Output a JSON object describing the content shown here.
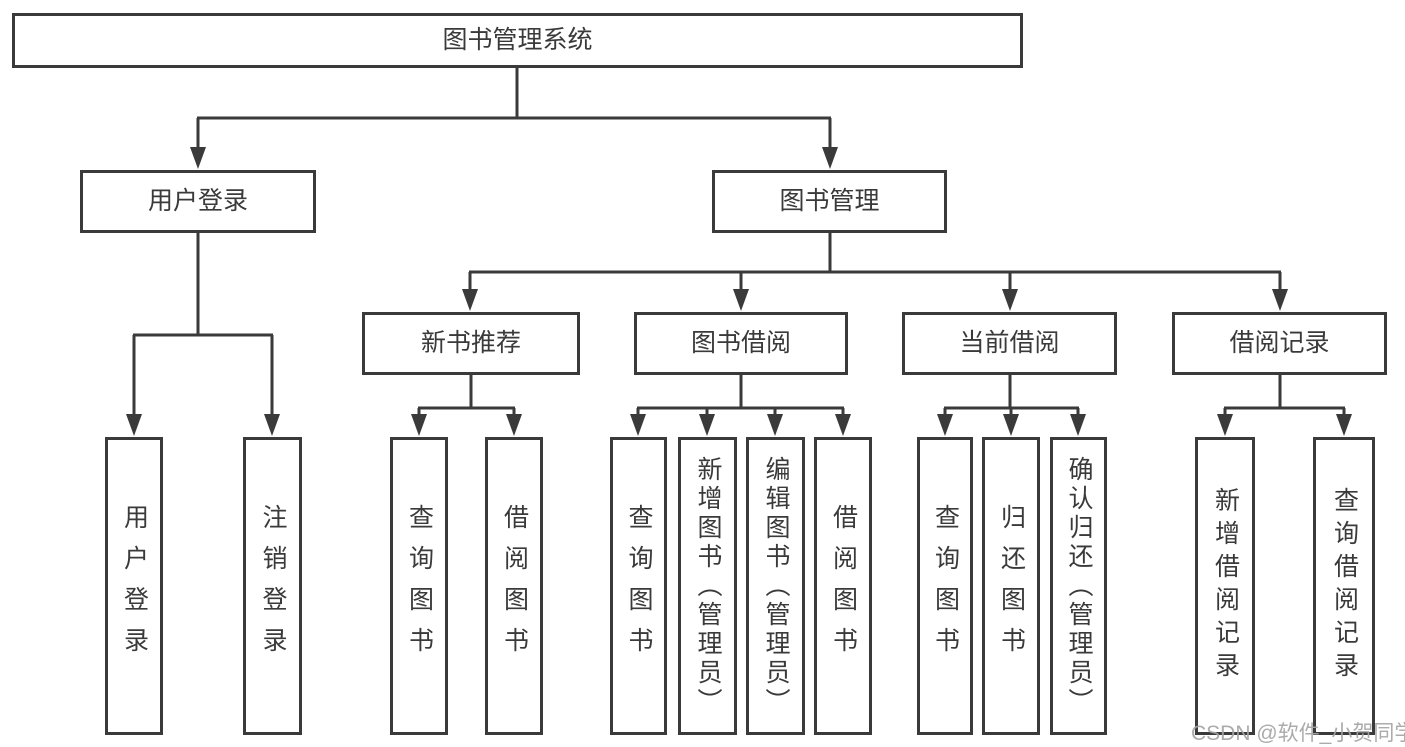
{
  "diagram": {
    "type": "hierarchy-tree",
    "orientation": "top-down",
    "colors": {
      "background": "#ffffff",
      "line": "#3a3a3a",
      "box_border": "#3a3a3a",
      "box_fill": "#ffffff",
      "text": "#3a3a3a",
      "watermark": "#a4a4a4"
    }
  },
  "tree": {
    "label": "图书管理系统",
    "children": [
      {
        "label": "用户登录",
        "children": [
          {
            "label": "用户登录"
          },
          {
            "label": "注销登录"
          }
        ]
      },
      {
        "label": "图书管理",
        "children": [
          {
            "label": "新书推荐",
            "children": [
              {
                "label": "查询图书"
              },
              {
                "label": "借阅图书"
              }
            ]
          },
          {
            "label": "图书借阅",
            "children": [
              {
                "label": "查询图书"
              },
              {
                "label": "新增图书（管理员）"
              },
              {
                "label": "编辑图书（管理员）"
              },
              {
                "label": "借阅图书"
              }
            ]
          },
          {
            "label": "当前借阅",
            "children": [
              {
                "label": "查询图书"
              },
              {
                "label": "归还图书"
              },
              {
                "label": "确认归还（管理员）"
              }
            ]
          },
          {
            "label": "借阅记录",
            "children": [
              {
                "label": "新增借阅记录"
              },
              {
                "label": "查询借阅记录"
              }
            ]
          }
        ]
      }
    ]
  },
  "watermark": {
    "text": "CSDN @软件_小贺同学"
  }
}
